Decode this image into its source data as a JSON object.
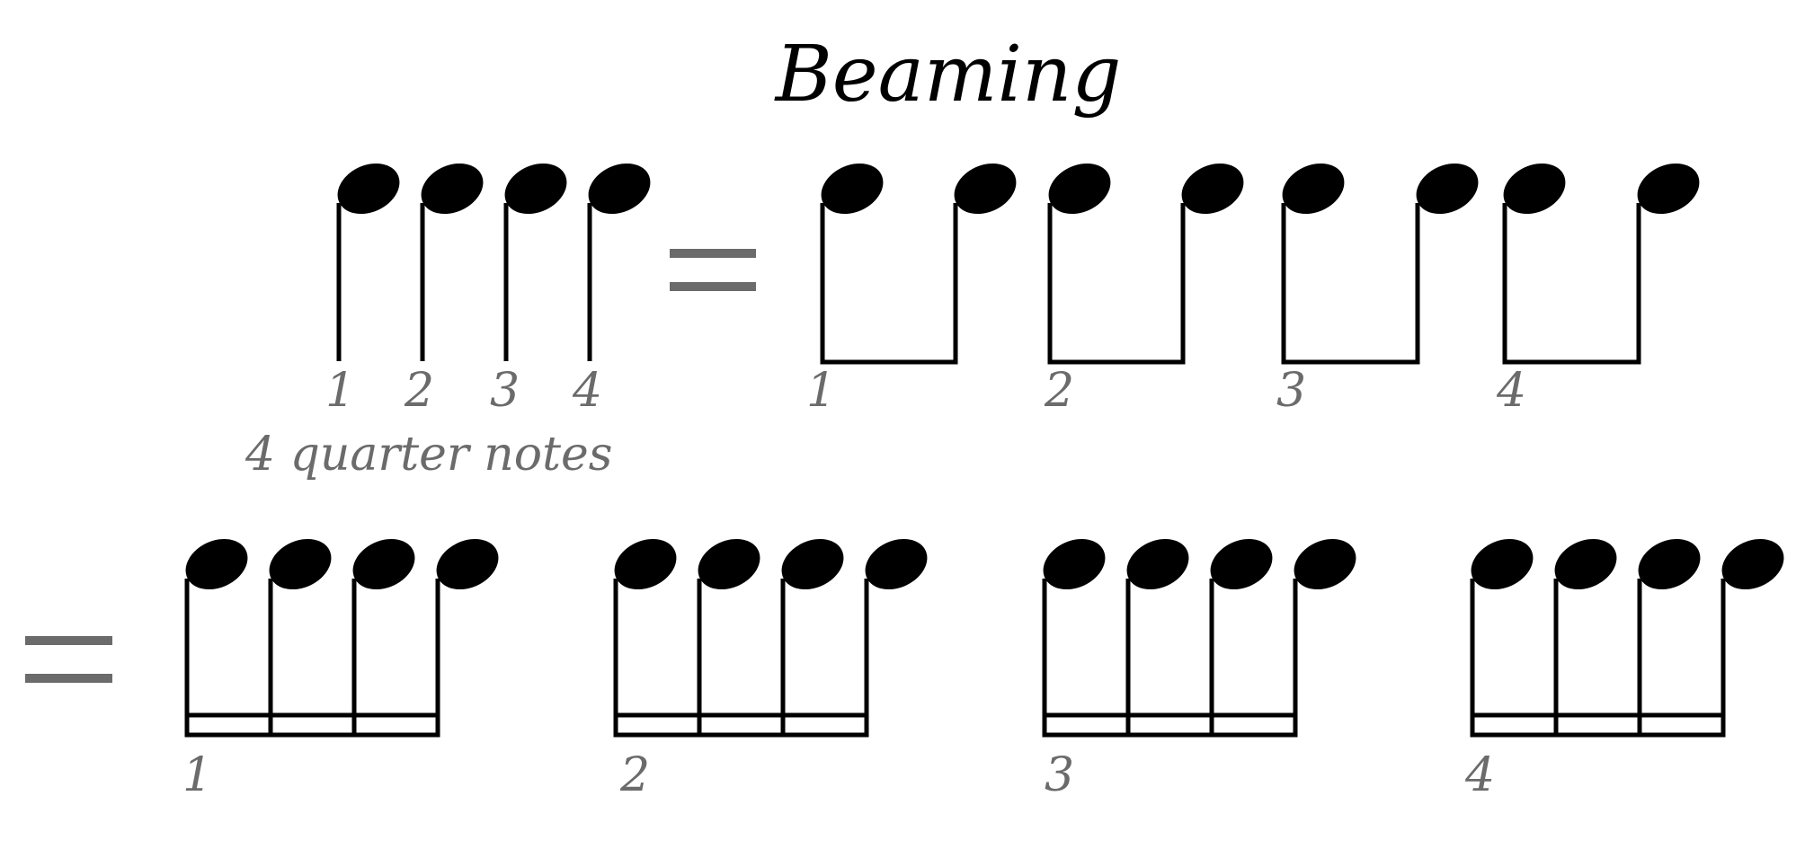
{
  "title": "Beaming",
  "row_quarters": {
    "counts": [
      "1",
      "2",
      "3",
      "4"
    ],
    "caption": "4 quarter notes"
  },
  "row_eighths": {
    "counts": [
      "1",
      "2",
      "3",
      "4"
    ]
  },
  "row_sixteenths": {
    "counts": [
      "1",
      "2",
      "3",
      "4"
    ]
  },
  "colors": {
    "note": "#000000",
    "label": "#6b6b6b",
    "equals": "#6b6b6b"
  }
}
